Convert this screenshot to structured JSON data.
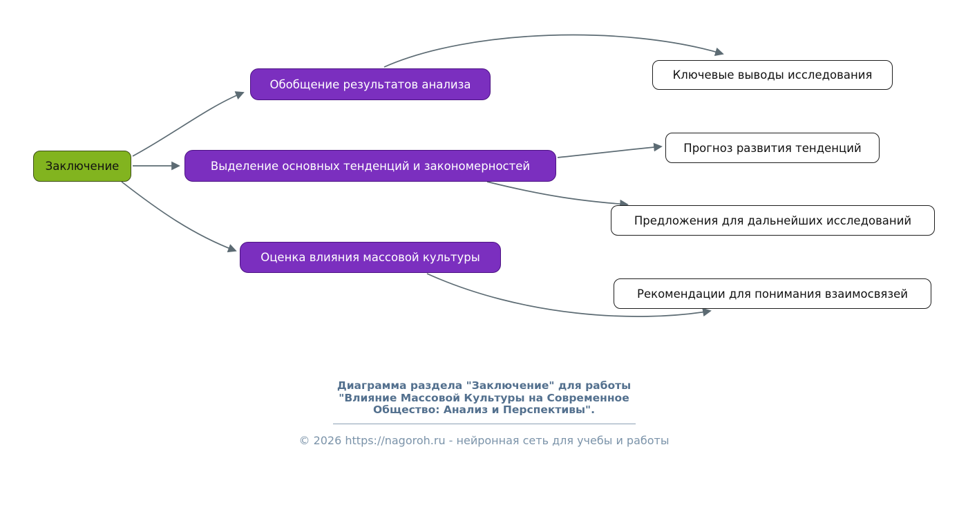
{
  "diagram": {
    "root": {
      "label": "Заключение"
    },
    "branches": [
      {
        "label": "Обобщение результатов анализа"
      },
      {
        "label": "Выделение основных тенденций и закономерностей"
      },
      {
        "label": "Оценка влияния массовой культуры"
      }
    ],
    "leaves": [
      {
        "label": "Ключевые выводы исследования"
      },
      {
        "label": "Прогноз развития тенденций"
      },
      {
        "label": "Предложения для дальнейших исследований"
      },
      {
        "label": "Рекомендации для понимания взаимосвязей"
      }
    ],
    "colors": {
      "root_fill": "#82b41f",
      "branch_fill": "#7b2fbf",
      "leaf_fill": "#ffffff",
      "edge": "#5c6b73",
      "caption_text": "#53708e",
      "copyright_text": "#7b93a9"
    }
  },
  "footer": {
    "caption_line1": "Диаграмма раздела \"Заключение\" для работы",
    "caption_line2": "\"Влияние Массовой Культуры на Современное",
    "caption_line3": "Общество: Анализ и Перспективы\".",
    "copyright": "© 2026 https://nagoroh.ru - нейронная сеть для учебы и работы"
  }
}
